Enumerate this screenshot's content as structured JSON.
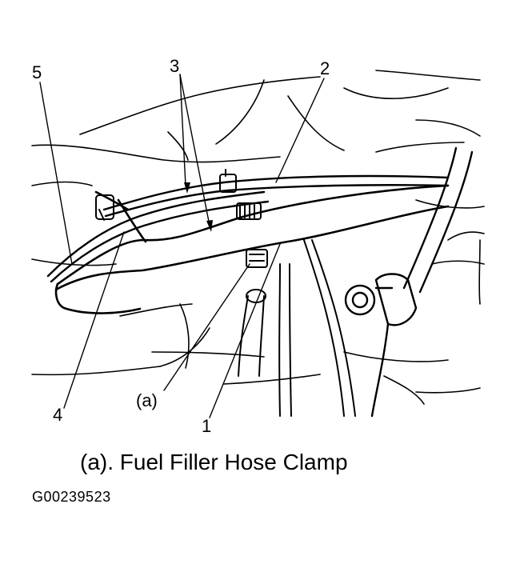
{
  "callouts": {
    "c1": "1",
    "c2": "2",
    "c3": "3",
    "c4": "4",
    "c5": "5",
    "ca": "(a)"
  },
  "caption": "(a). Fuel Filler Hose Clamp",
  "figure_id": "G00239523",
  "colors": {
    "line": "#000000",
    "background": "#ffffff"
  }
}
